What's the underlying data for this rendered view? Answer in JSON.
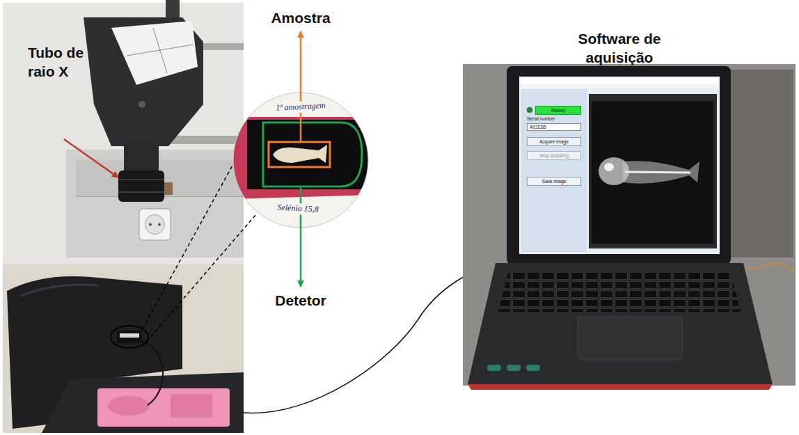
{
  "diagram": {
    "nodes": [
      {
        "text": [
          "Ready"
        ]
      },
      {
        "text": [
          "A01EB5"
        ]
      },
      {
        "text": [
          "Acquire image"
        ]
      },
      {
        "text": [
          "Stop acquiring"
        ]
      },
      {
        "text": [
          "Save image"
        ]
      }
    ],
    "labels": [
      "Tubo de raio X",
      "Amostra",
      "Detetor",
      "Software de aquisição",
      "Serial number",
      "1ª amostragem",
      "Selénio 15,8"
    ]
  }
}
